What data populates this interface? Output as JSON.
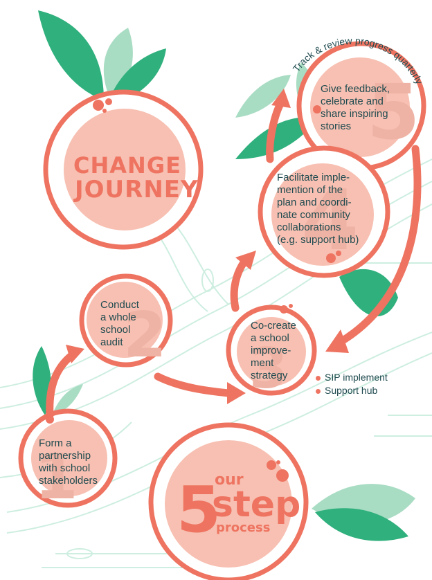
{
  "title": {
    "line1": "CHANGE",
    "line2": "JOURNEY"
  },
  "track_label": "Track & review progress quarterly",
  "steps": [
    {
      "number": "1",
      "text": "Form a\npartnership\nwith school\nstakeholders"
    },
    {
      "number": "2",
      "text": "Conduct\na whole\nschool\naudit"
    },
    {
      "number": "3",
      "text": "Co-create\na school\nimprove-\nment\nstrategy"
    },
    {
      "number": "4",
      "text": "Facilitate imple-\nmention of the\nplan and coordi-\nnate community\ncollaborations\n(e.g. support hub)"
    },
    {
      "number": "5",
      "text": "Give feedback,\ncelebrate and\nshare inspiring\nstories"
    }
  ],
  "strategy_bullets": [
    "SIP implement",
    "Support hub"
  ],
  "footer_badge": {
    "digit": "5",
    "our": "our",
    "step": "step",
    "process": "process"
  },
  "colors": {
    "coral": "#ee7461",
    "peach": "#f7c0b2",
    "leaf_green": "#2fb07d",
    "leaf_light": "#a8dcc3",
    "line_mint": "#cdeee0",
    "text_dark": "#1f4a4f"
  }
}
